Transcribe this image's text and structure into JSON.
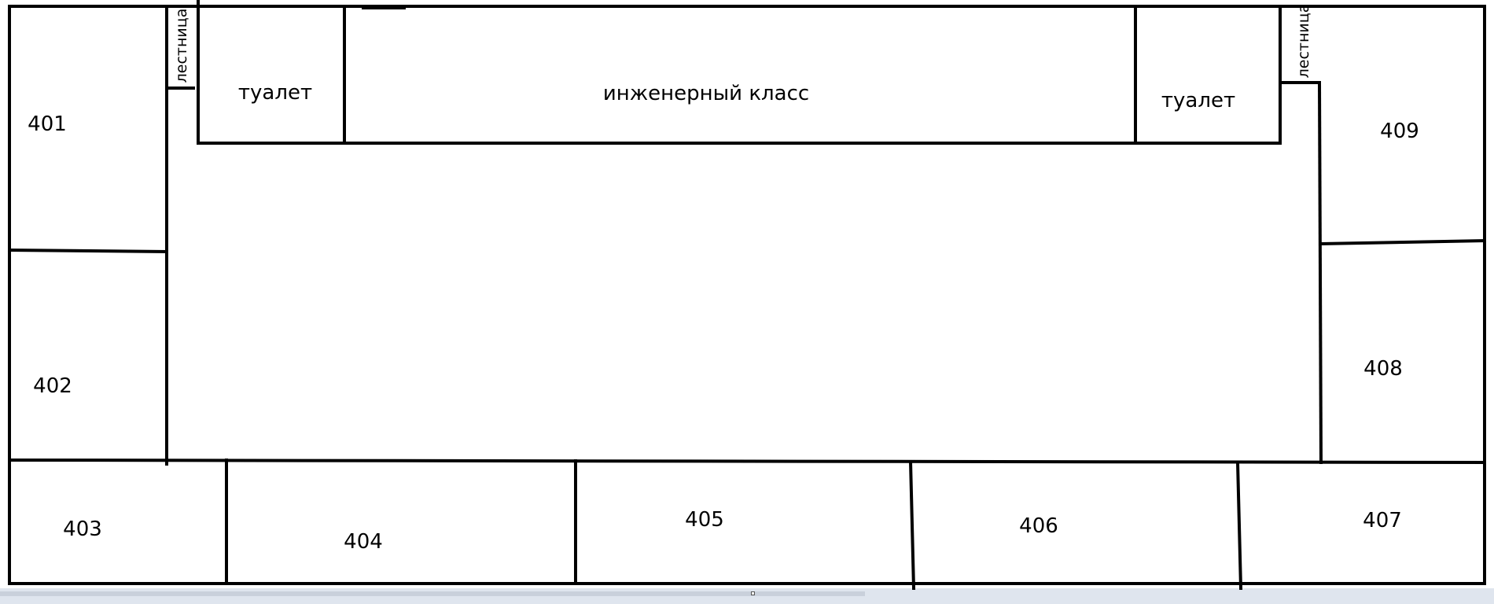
{
  "floor_plan": {
    "rooms": {
      "r401": "401",
      "r402": "402",
      "r403": "403",
      "r404": "404",
      "r405": "405",
      "r406": "406",
      "r407": "407",
      "r408": "408",
      "r409": "409"
    },
    "toilet_left": "туалет",
    "toilet_right": "туалет",
    "engineering_class": "инженерный класс",
    "stairs_left": "лестница",
    "stairs_right": "лестница"
  }
}
